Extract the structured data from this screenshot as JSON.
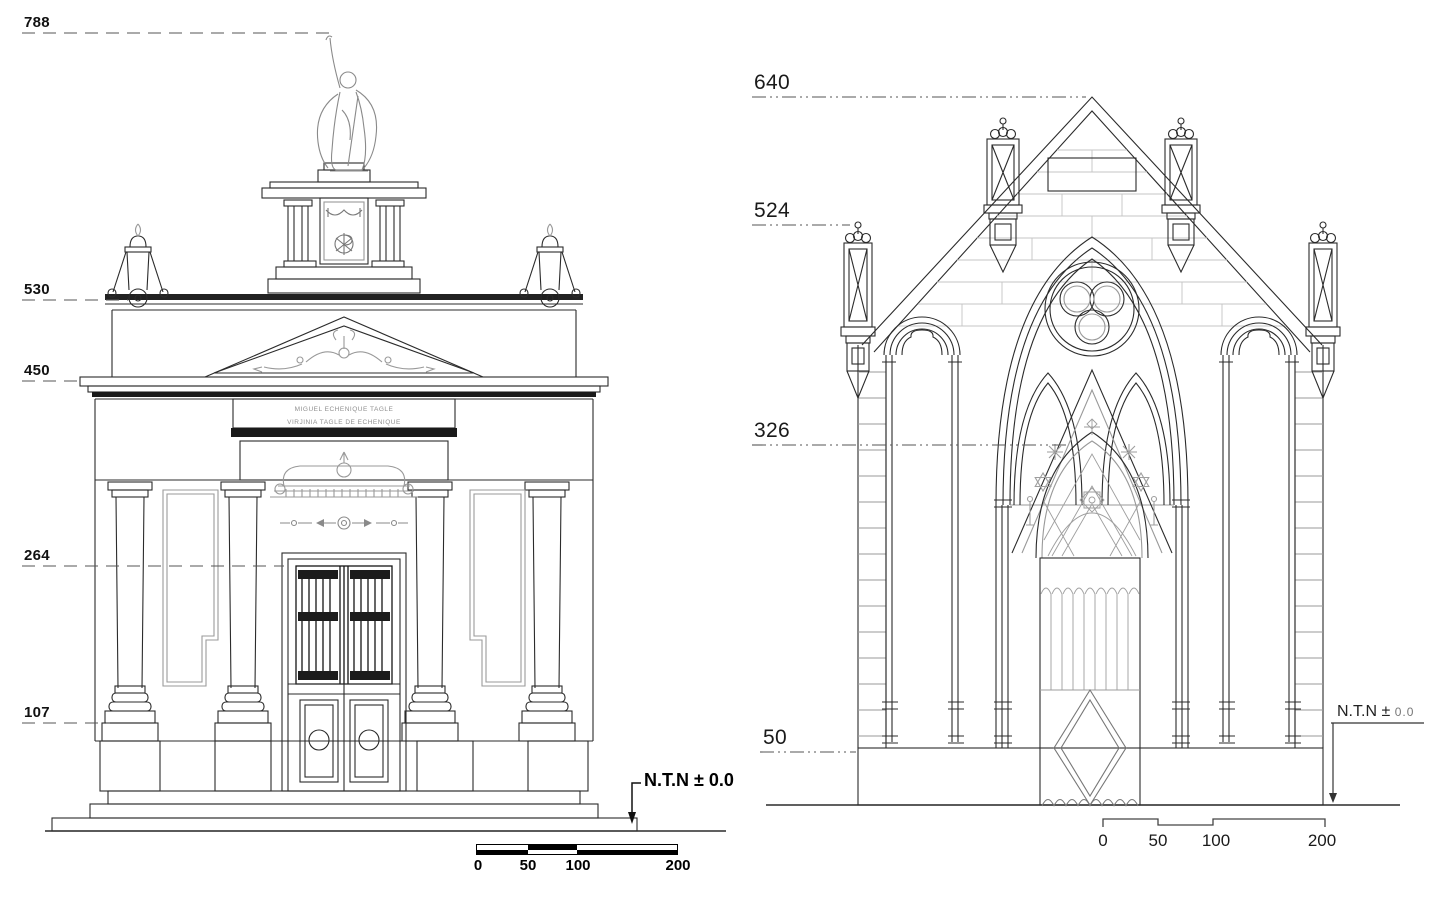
{
  "colors": {
    "line": "#2b2b2b",
    "ornament": "#999999",
    "dark_fill": "#1a1a1a"
  },
  "left_elevation": {
    "dim_788": "788",
    "dim_530": "530",
    "dim_450": "450",
    "dim_264": "264",
    "dim_107": "107",
    "plaque_line1": "MIGUEL ECHENIQUE TAGLE",
    "plaque_line2": "VIRJINIA TAGLE DE ECHENIQUE",
    "datum_label": "N.T.N ± 0.0",
    "scale_ticks": [
      "0",
      "50",
      "100",
      "200"
    ]
  },
  "right_elevation": {
    "dim_640": "640",
    "dim_524": "524",
    "dim_326": "326",
    "dim_50": "50",
    "datum_label": "N.T.N ±",
    "datum_value": "0.0",
    "scale_ticks": [
      "0",
      "50",
      "100",
      "200"
    ]
  }
}
